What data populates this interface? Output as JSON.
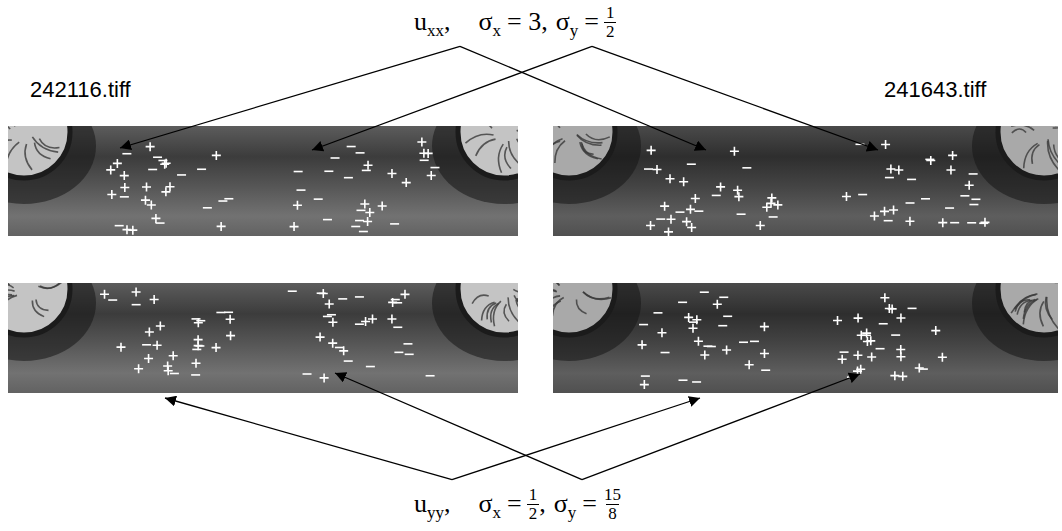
{
  "diagram": {
    "labels": [
      "242116.tiff",
      "241643.tiff",
      "u",
      "xx",
      ",",
      "σ",
      "x",
      "= 3,",
      "σ",
      "y",
      "=",
      "1",
      "2",
      "u",
      "yy",
      ",",
      "σ",
      "x",
      "=",
      "1",
      "2",
      ",",
      "σ",
      "y",
      "=",
      "15",
      "8"
    ]
  }
}
